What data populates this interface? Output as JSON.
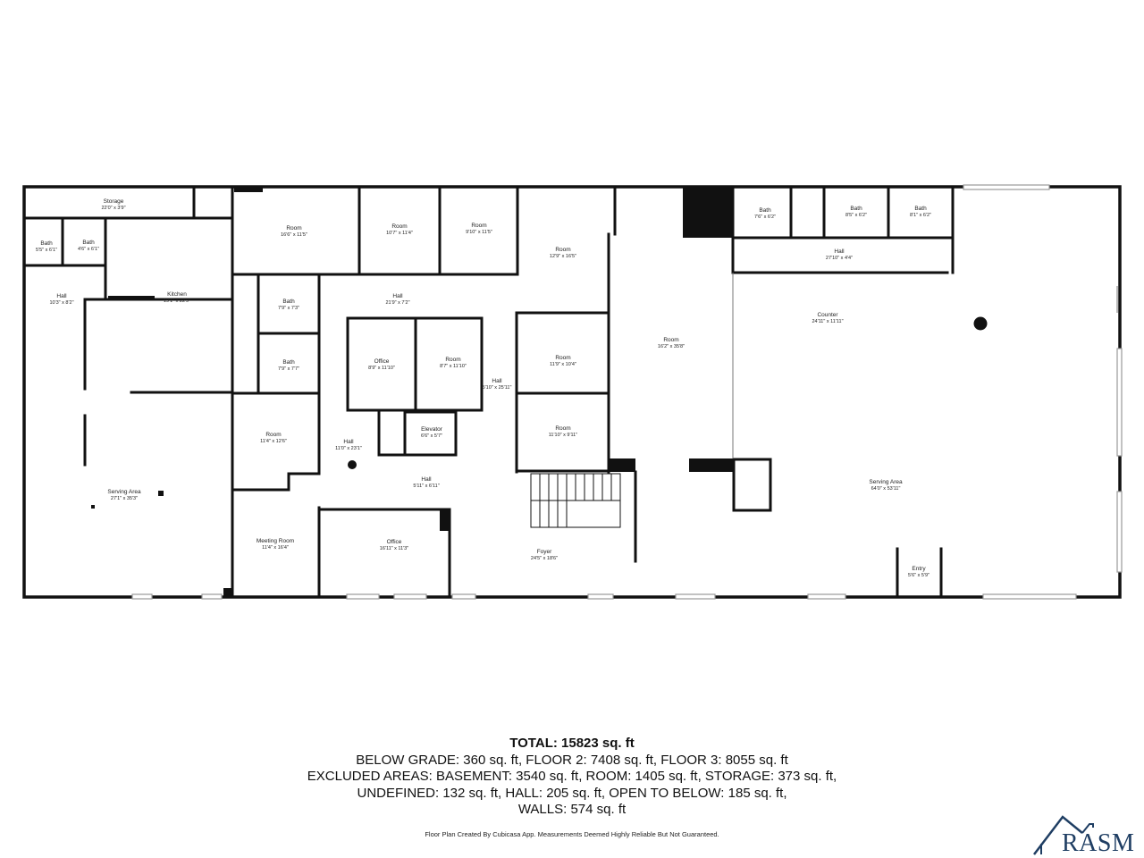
{
  "rooms": [
    {
      "id": "storage",
      "name": "Storage",
      "dim": "22'0\" x 3'9\""
    },
    {
      "id": "bath1",
      "name": "Bath",
      "dim": "5'5\" x 6'1\""
    },
    {
      "id": "bath2",
      "name": "Bath",
      "dim": "4'6\" x 6'1\""
    },
    {
      "id": "hall-west",
      "name": "Hall",
      "dim": "10'3\" x 8'2\""
    },
    {
      "id": "kitchen",
      "name": "Kitchen",
      "dim": "19'1\" x 22'9\""
    },
    {
      "id": "serving-west",
      "name": "Serving Area",
      "dim": "27'1\" x 35'3\""
    },
    {
      "id": "room1",
      "name": "Room",
      "dim": "16'6\" x 11'5\""
    },
    {
      "id": "room2",
      "name": "Room",
      "dim": "10'7\" x 11'4\""
    },
    {
      "id": "room3",
      "name": "Room",
      "dim": "9'10\" x 11'5\""
    },
    {
      "id": "room4",
      "name": "Room",
      "dim": "12'9\" x 16'5\""
    },
    {
      "id": "hall-center",
      "name": "Hall",
      "dim": "21'9\" x 7'2\""
    },
    {
      "id": "bath3",
      "name": "Bath",
      "dim": "7'9\" x 7'3\""
    },
    {
      "id": "bath4",
      "name": "Bath",
      "dim": "7'9\" x 7'7\""
    },
    {
      "id": "office1",
      "name": "Office",
      "dim": "8'9\" x 11'10\""
    },
    {
      "id": "room5",
      "name": "Room",
      "dim": "8'7\" x 11'10\""
    },
    {
      "id": "hall-vert",
      "name": "Hall",
      "dim": "5'10\" x 25'11\""
    },
    {
      "id": "room6",
      "name": "Room",
      "dim": "11'9\" x 10'4\""
    },
    {
      "id": "room7",
      "name": "Room",
      "dim": "11'10\" x 9'11\""
    },
    {
      "id": "room8",
      "name": "Room",
      "dim": "11'4\" x 12'6\""
    },
    {
      "id": "hall-lower",
      "name": "Hall",
      "dim": "11'0\" x 23'1\""
    },
    {
      "id": "elevator",
      "name": "Elevator",
      "dim": "6'6\" x 5'7\""
    },
    {
      "id": "hall-small",
      "name": "Hall",
      "dim": "5'11\" x 6'11\""
    },
    {
      "id": "meeting",
      "name": "Meeting Room",
      "dim": "11'4\" x 16'4\""
    },
    {
      "id": "office2",
      "name": "Office",
      "dim": "16'11\" x 11'3\""
    },
    {
      "id": "foyer",
      "name": "Foyer",
      "dim": "24'5\" x 18'6\""
    },
    {
      "id": "room9",
      "name": "Room",
      "dim": "16'2\" x 35'8\""
    },
    {
      "id": "bath5",
      "name": "Bath",
      "dim": "7'6\" x 6'2\""
    },
    {
      "id": "bath6",
      "name": "Bath",
      "dim": "8'5\" x 6'2\""
    },
    {
      "id": "bath7",
      "name": "Bath",
      "dim": "8'1\" x 6'2\""
    },
    {
      "id": "hall-east",
      "name": "Hall",
      "dim": "27'10\" x 4'4\""
    },
    {
      "id": "counter",
      "name": "Counter",
      "dim": "24'11\" x 11'11\""
    },
    {
      "id": "serving-east",
      "name": "Serving Area",
      "dim": "64'0\" x 53'11\""
    },
    {
      "id": "entry",
      "name": "Entry",
      "dim": "5'6\" x 5'9\""
    }
  ],
  "summary": {
    "total": "TOTAL: 15823 sq. ft",
    "lines": [
      "BELOW GRADE: 360 sq. ft, FLOOR 2: 7408 sq. ft, FLOOR 3: 8055 sq. ft",
      "EXCLUDED AREAS: BASEMENT: 3540 sq. ft, ROOM: 1405 sq. ft, STORAGE: 373 sq. ft,",
      "UNDEFINED: 132 sq. ft, HALL: 205 sq. ft, OPEN TO BELOW: 185 sq. ft,",
      "WALLS: 574 sq. ft"
    ]
  },
  "disclaimer": "Floor Plan Created By Cubicasa App. Measurements Deemed Highly Reliable But Not Guaranteed.",
  "logo": {
    "text": "RASM",
    "icon": "house-roof-icon",
    "color": "#1f3e63"
  }
}
